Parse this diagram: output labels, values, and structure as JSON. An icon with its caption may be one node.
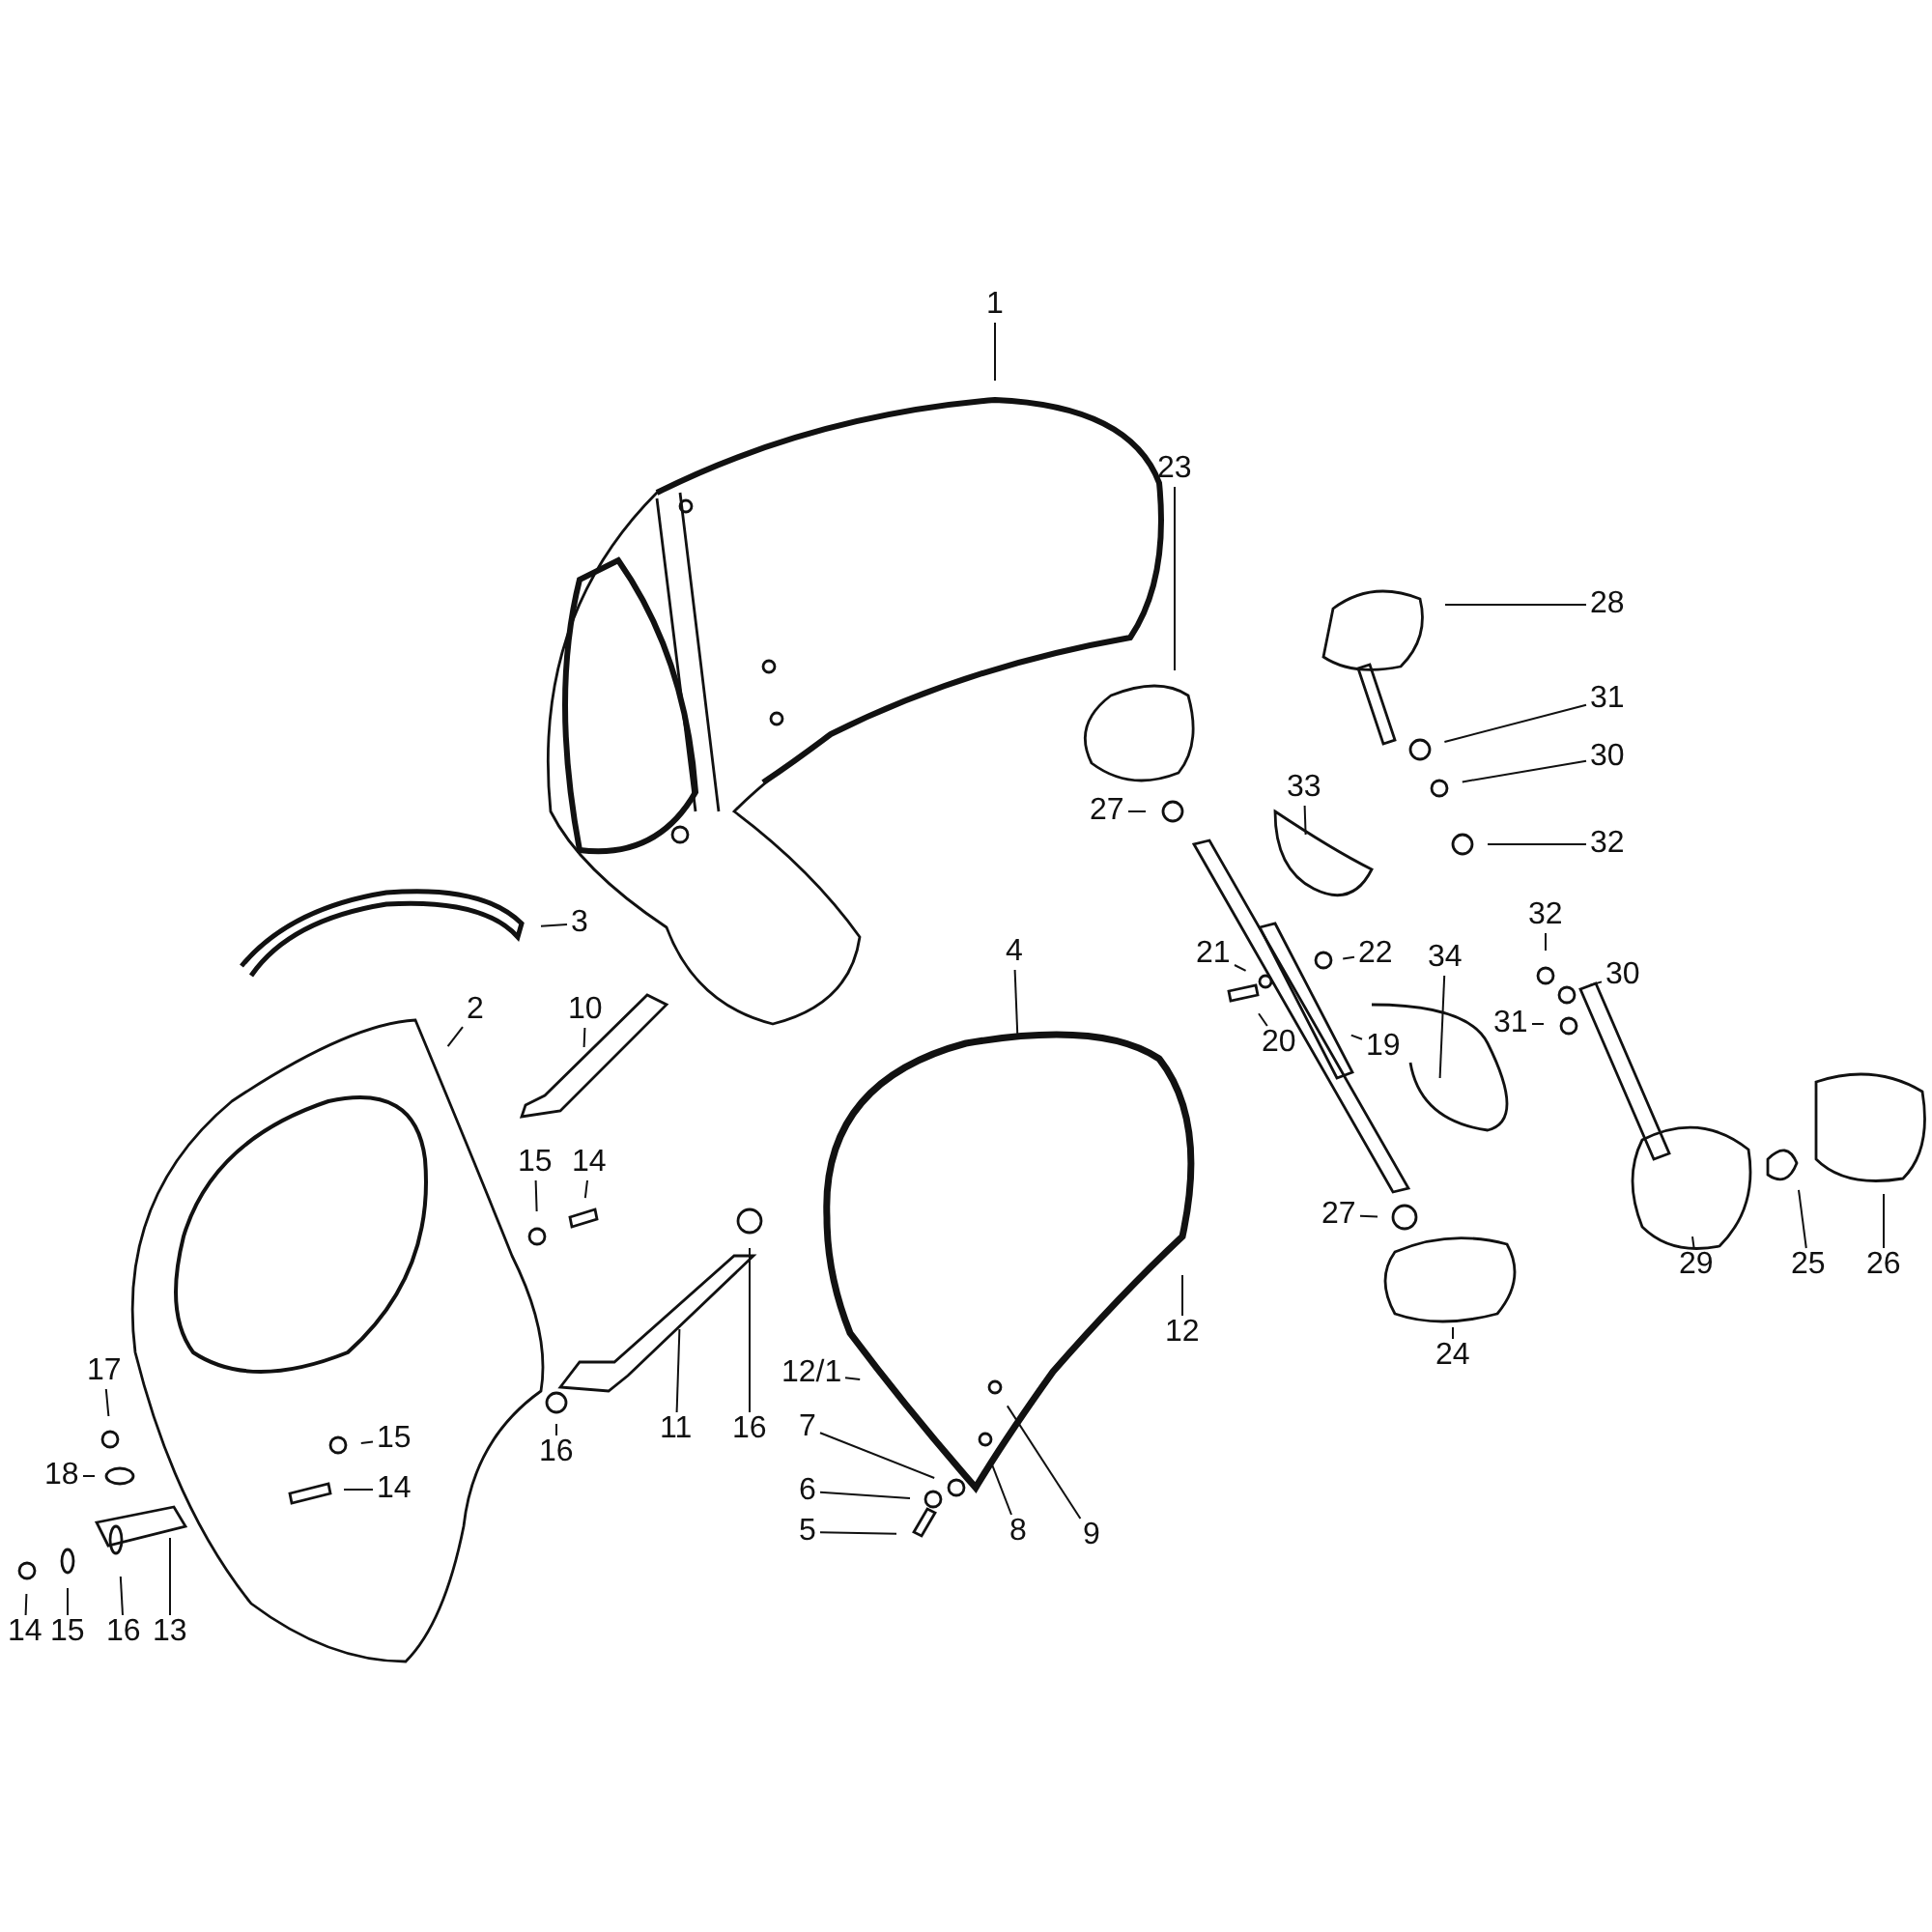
{
  "diagram": {
    "nodes": [
      {
        "text": [
          "1"
        ]
      },
      {
        "text": [
          "23"
        ]
      },
      {
        "text": [
          "28"
        ]
      },
      {
        "text": [
          "31"
        ]
      },
      {
        "text": [
          "30"
        ]
      },
      {
        "text": [
          "32"
        ]
      },
      {
        "text": [
          "27"
        ]
      },
      {
        "text": [
          "33"
        ]
      },
      {
        "text": [
          "3"
        ]
      },
      {
        "text": [
          "4"
        ]
      },
      {
        "text": [
          "21"
        ]
      },
      {
        "text": [
          "22"
        ]
      },
      {
        "text": [
          "32"
        ]
      },
      {
        "text": [
          "30"
        ]
      },
      {
        "text": [
          "34"
        ]
      },
      {
        "text": [
          "31"
        ]
      },
      {
        "text": [
          "20"
        ]
      },
      {
        "text": [
          "19"
        ]
      },
      {
        "text": [
          "2"
        ]
      },
      {
        "text": [
          "10"
        ]
      },
      {
        "text": [
          "15"
        ]
      },
      {
        "text": [
          "14"
        ]
      },
      {
        "text": [
          "12/1"
        ]
      },
      {
        "text": [
          "12"
        ]
      },
      {
        "text": [
          "7"
        ]
      },
      {
        "text": [
          "6"
        ]
      },
      {
        "text": [
          "5"
        ]
      },
      {
        "text": [
          "8"
        ]
      },
      {
        "text": [
          "9"
        ]
      },
      {
        "text": [
          "27"
        ]
      },
      {
        "text": [
          "24"
        ]
      },
      {
        "text": [
          "17"
        ]
      },
      {
        "text": [
          "18"
        ]
      },
      {
        "text": [
          "15"
        ]
      },
      {
        "text": [
          "14"
        ]
      },
      {
        "text": [
          "16"
        ]
      },
      {
        "text": [
          "11"
        ]
      },
      {
        "text": [
          "16"
        ]
      },
      {
        "text": [
          "29"
        ]
      },
      {
        "text": [
          "25"
        ]
      },
      {
        "text": [
          "26"
        ]
      },
      {
        "text": [
          "14"
        ]
      },
      {
        "text": [
          "15"
        ]
      },
      {
        "text": [
          "16"
        ]
      },
      {
        "text": [
          "13"
        ]
      }
    ],
    "edges": [
      {
        "from": 0,
        "to": null,
        "arrow": "none"
      },
      {
        "from": 1,
        "to": null,
        "arrow": "none"
      },
      {
        "from": 2,
        "to": null,
        "arrow": "none"
      },
      {
        "from": 3,
        "to": null,
        "arrow": "none"
      },
      {
        "from": 4,
        "to": null,
        "arrow": "none"
      },
      {
        "from": 5,
        "to": null,
        "arrow": "none"
      },
      {
        "from": 6,
        "to": null,
        "arrow": "none"
      },
      {
        "from": 7,
        "to": null,
        "arrow": "none"
      },
      {
        "from": 8,
        "to": null,
        "arrow": "none"
      },
      {
        "from": 9,
        "to": null,
        "arrow": "none"
      },
      {
        "from": 10,
        "to": null,
        "arrow": "none"
      },
      {
        "from": 11,
        "to": null,
        "arrow": "none"
      },
      {
        "from": 12,
        "to": null,
        "arrow": "none"
      },
      {
        "from": 13,
        "to": null,
        "arrow": "none"
      },
      {
        "from": 14,
        "to": null,
        "arrow": "none"
      },
      {
        "from": 15,
        "to": null,
        "arrow": "none"
      },
      {
        "from": 16,
        "to": null,
        "arrow": "none"
      },
      {
        "from": 17,
        "to": null,
        "arrow": "none"
      },
      {
        "from": 18,
        "to": null,
        "arrow": "none"
      },
      {
        "from": 19,
        "to": null,
        "arrow": "none"
      },
      {
        "from": 20,
        "to": null,
        "arrow": "none"
      },
      {
        "from": 21,
        "to": null,
        "arrow": "none"
      },
      {
        "from": 22,
        "to": null,
        "arrow": "none"
      },
      {
        "from": 23,
        "to": null,
        "arrow": "none"
      },
      {
        "from": 24,
        "to": null,
        "arrow": "none"
      },
      {
        "from": 25,
        "to": null,
        "arrow": "none"
      },
      {
        "from": 26,
        "to": null,
        "arrow": "none"
      },
      {
        "from": 27,
        "to": null,
        "arrow": "none"
      },
      {
        "from": 28,
        "to": null,
        "arrow": "none"
      },
      {
        "from": 29,
        "to": null,
        "arrow": "none"
      },
      {
        "from": 30,
        "to": null,
        "arrow": "none"
      },
      {
        "from": 31,
        "to": null,
        "arrow": "none"
      },
      {
        "from": 32,
        "to": null,
        "arrow": "none"
      },
      {
        "from": 33,
        "to": null,
        "arrow": "none"
      },
      {
        "from": 34,
        "to": null,
        "arrow": "none"
      },
      {
        "from": 35,
        "to": null,
        "arrow": "none"
      },
      {
        "from": 36,
        "to": null,
        "arrow": "none"
      },
      {
        "from": 37,
        "to": null,
        "arrow": "none"
      },
      {
        "from": 38,
        "to": null,
        "arrow": "none"
      },
      {
        "from": 39,
        "to": null,
        "arrow": "none"
      },
      {
        "from": 40,
        "to": null,
        "arrow": "none"
      },
      {
        "from": 41,
        "to": null,
        "arrow": "none"
      },
      {
        "from": 42,
        "to": null,
        "arrow": "none"
      },
      {
        "from": 43,
        "to": null,
        "arrow": "none"
      },
      {
        "from": 44,
        "to": null,
        "arrow": "none"
      }
    ]
  }
}
